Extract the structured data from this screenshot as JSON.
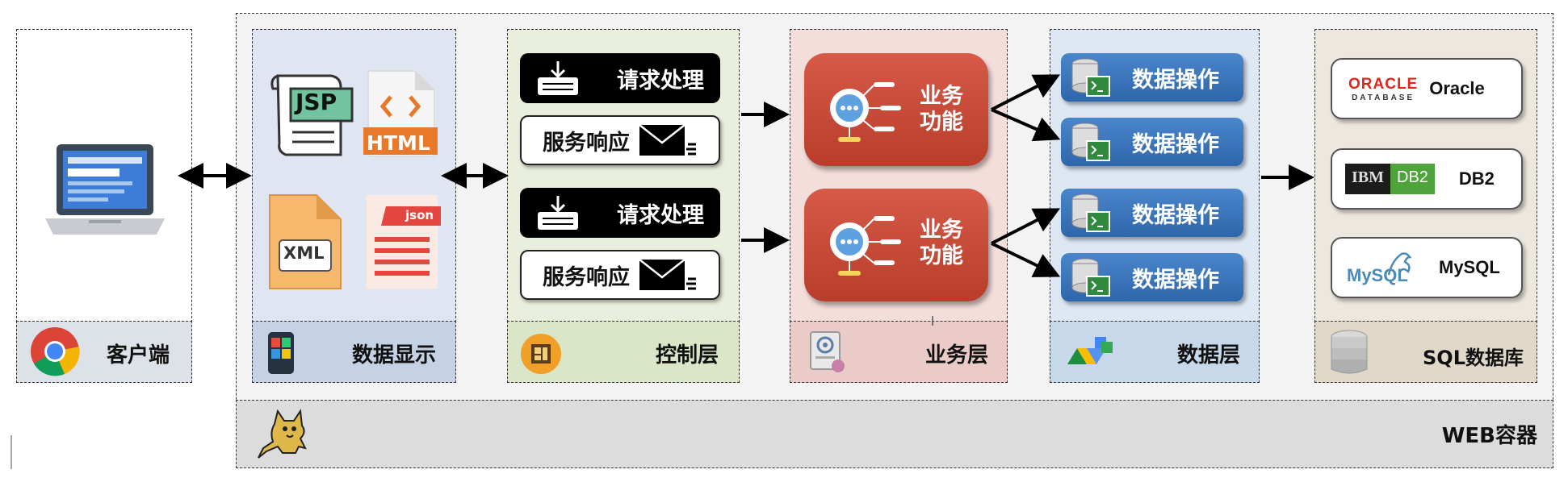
{
  "client": {
    "label": "客户端"
  },
  "display": {
    "label": "数据显示",
    "jsp": "JSP",
    "html": "HTML",
    "xml": "XML",
    "json": "json"
  },
  "control": {
    "label": "控制层",
    "groups": [
      {
        "request": "请求处理",
        "response": "服务响应"
      },
      {
        "request": "请求处理",
        "response": "服务响应"
      }
    ]
  },
  "business": {
    "label": "业务层",
    "functions": [
      {
        "line1": "业务",
        "line2": "功能"
      },
      {
        "line1": "业务",
        "line2": "功能"
      }
    ]
  },
  "data_layer": {
    "label": "数据层",
    "ops": [
      "数据操作",
      "数据操作",
      "数据操作",
      "数据操作"
    ]
  },
  "database": {
    "label": "SQL数据库",
    "items": [
      {
        "name": "Oracle",
        "logo_line1": "ORACLE",
        "logo_line2": "DATABASE"
      },
      {
        "name": "DB2",
        "logo_left": "IBM",
        "logo_right": "DB2"
      },
      {
        "name": "MySQL",
        "logo": "MySQL"
      }
    ]
  },
  "container": {
    "label": "WEB容器"
  }
}
